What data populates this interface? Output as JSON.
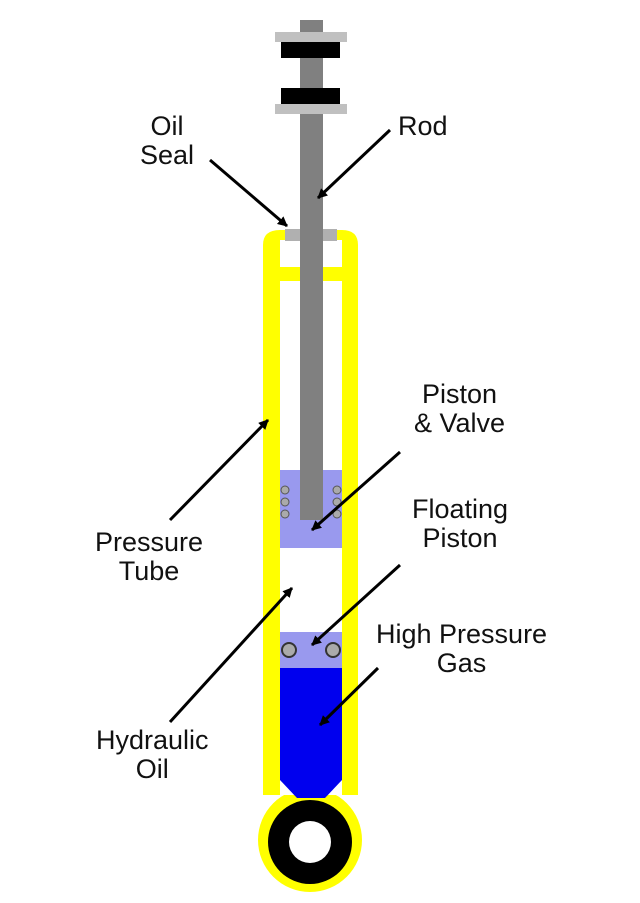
{
  "labels": {
    "oil_seal": [
      "Oil",
      "Seal"
    ],
    "rod": "Rod",
    "piston_valve": [
      "Piston",
      "& Valve"
    ],
    "pressure_tube": [
      "Pressure",
      "Tube"
    ],
    "floating_piston": [
      "Floating",
      "Piston"
    ],
    "high_pressure_gas": [
      "High Pressure",
      "Gas"
    ],
    "hydraulic_oil": [
      "Hydraulic",
      "Oil"
    ]
  },
  "colors": {
    "tube": "#ffff00",
    "rod": "#808080",
    "piston": "#9999ee",
    "gas": "#0000ee",
    "washer": "#c0c0c0"
  }
}
